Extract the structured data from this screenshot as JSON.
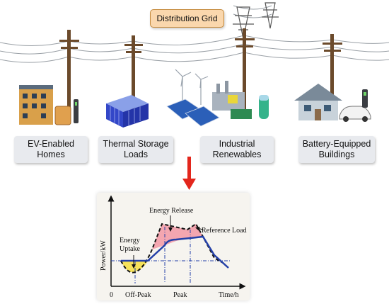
{
  "header": {
    "title": "Distribution Grid"
  },
  "categories": [
    {
      "label": "EV-Enabled\nHomes"
    },
    {
      "label": "Thermal Storage\nLoads"
    },
    {
      "label": "Industrial\nRenewables"
    },
    {
      "label": "Battery-Equipped\nBuildings"
    }
  ],
  "chart": {
    "ylabel": "Power/kW",
    "xlabel": "Time/h",
    "origin": "0",
    "tick_offpeak": "Off-Peak",
    "tick_peak": "Peak",
    "annot_release": "Energy Release",
    "annot_uptake_1": "Energy",
    "annot_uptake_2": "Uptake",
    "annot_reference": "Reference Load"
  },
  "colors": {
    "arrow": "#e3261c",
    "release_fill": "#f4a6b0",
    "uptake_fill": "#f6e25a",
    "load_line": "#2440a8"
  }
}
